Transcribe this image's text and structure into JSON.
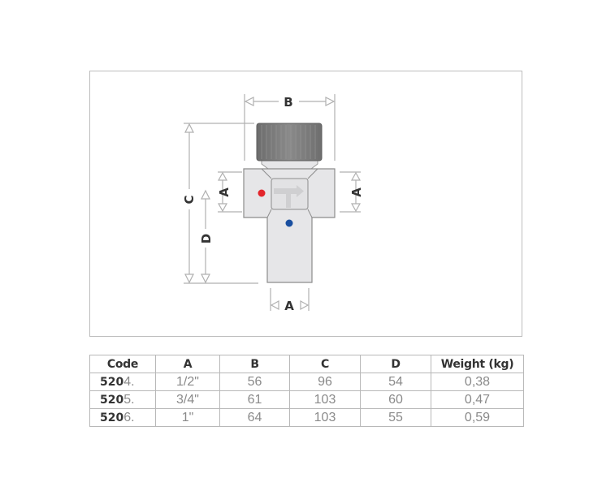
{
  "diagram": {
    "title": "Valve dimension drawing",
    "labels": {
      "B": "B",
      "C": "C",
      "D": "D",
      "A_left": "A",
      "A_right": "A",
      "A_bottom": "A"
    },
    "indicators": {
      "hot_color": "#e3252b",
      "cold_color": "#1a4fa0"
    },
    "colors": {
      "body": "#e6e6e8",
      "body_stroke": "#8c8c8c",
      "knob": "#7a7a7a",
      "dim_line": "#b0b0b0",
      "label": "#333333"
    }
  },
  "table": {
    "headers": [
      "Code",
      "A",
      "B",
      "C",
      "D",
      "Weight (kg)"
    ],
    "rows": [
      {
        "code_bold": "520",
        "code_light": "4.",
        "A": "1/2\"",
        "B": "56",
        "C": "96",
        "D": "54",
        "weight": "0,38"
      },
      {
        "code_bold": "520",
        "code_light": "5.",
        "A": "3/4\"",
        "B": "61",
        "C": "103",
        "D": "60",
        "weight": "0,47"
      },
      {
        "code_bold": "520",
        "code_light": "6.",
        "A": "1\"",
        "B": "64",
        "C": "103",
        "D": "55",
        "weight": "0,59"
      }
    ]
  }
}
